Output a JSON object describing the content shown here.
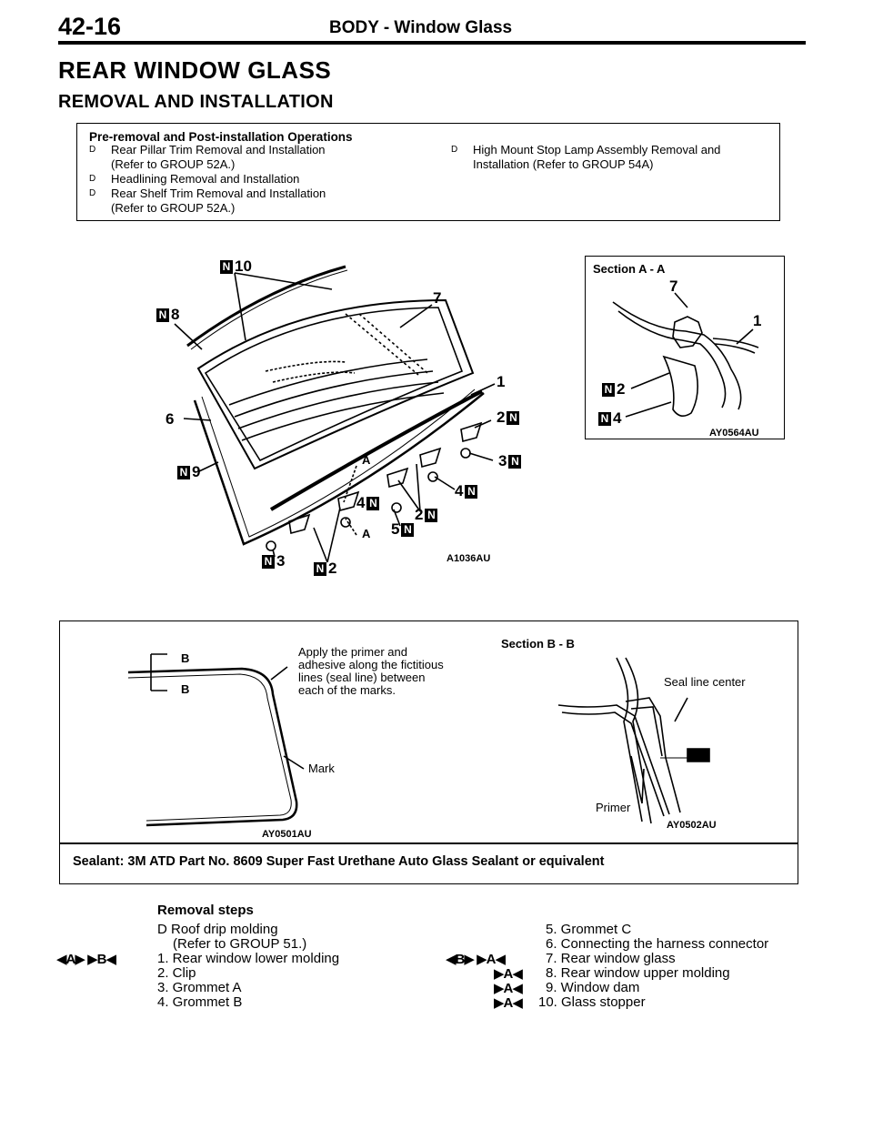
{
  "header": {
    "page_number": "42-16",
    "title": "BODY - Window Glass"
  },
  "section_title": "REAR WINDOW GLASS",
  "sub_title": "REMOVAL AND INSTALLATION",
  "pre_ops": {
    "heading": "Pre-removal and Post-installation Operations",
    "left_items": [
      {
        "line1": "Rear Pillar Trim Removal and Installation",
        "line2": "(Refer to GROUP 52A.)"
      },
      {
        "line1": "Headlining Removal and Installation",
        "line2": ""
      },
      {
        "line1": "Rear Shelf Trim Removal and Installation",
        "line2": "(Refer to GROUP 52A.)"
      }
    ],
    "right_items": [
      {
        "line1": "High Mount Stop Lamp Assembly Removal and",
        "line2": "Installation (Refer to GROUP 54A)"
      }
    ],
    "bullet": "D"
  },
  "diagram_main": {
    "caption": "A1036AU",
    "n_box": "N",
    "labels": {
      "l10": "10",
      "l8": "8",
      "l7": "7",
      "l6": "6",
      "l1": "1",
      "l2a": "2",
      "l3a": "3",
      "l9": "9",
      "lA1": "A",
      "l4a": "4",
      "l4b": "4",
      "l2b": "2",
      "l5": "5",
      "lA2": "A",
      "l3b": "3",
      "l2c": "2"
    }
  },
  "section_aa": {
    "title": "Section A - A",
    "caption": "AY0564AU",
    "labels": {
      "l7": "7",
      "l1": "1",
      "l2": "2",
      "l4": "4"
    }
  },
  "section_bb_box": {
    "left_caption": "AY0501AU",
    "right_caption": "AY0502AU",
    "b_upper": "B",
    "b_lower": "B",
    "apply_note": [
      "Apply the primer and",
      "adhesive along the fictitious",
      "lines (seal line) between",
      "each of the marks."
    ],
    "mark_label": "Mark",
    "section_title": "Section B - B",
    "seal_line_center": "Seal line center",
    "primer": "Primer",
    "sealant": "Sealant: 3M ATD Part No. 8609 Super Fast Urethane Auto Glass Sealant or equivalent"
  },
  "removal_steps": {
    "heading": "Removal steps",
    "left": [
      {
        "marks": "",
        "text": "D Roof drip molding"
      },
      {
        "marks": "",
        "text": "(Refer to GROUP 51.)"
      },
      {
        "marks": "◀A▶  ▶B◀",
        "text": "1. Rear window lower molding"
      },
      {
        "marks": "",
        "text": "2. Clip"
      },
      {
        "marks": "",
        "text": "3. Grommet A"
      },
      {
        "marks": "",
        "text": "4. Grommet B"
      }
    ],
    "right": [
      {
        "marks": "",
        "text": "5. Grommet C"
      },
      {
        "marks": "",
        "text": "6. Connecting the harness connector"
      },
      {
        "marks": "◀B▶  ▶A◀",
        "text": "7. Rear window glass"
      },
      {
        "marks": "▶A◀",
        "text": "8. Rear window upper molding"
      },
      {
        "marks": "▶A◀",
        "text": "9. Window dam"
      },
      {
        "marks": "▶A◀",
        "text": "10. Glass stopper"
      }
    ]
  }
}
